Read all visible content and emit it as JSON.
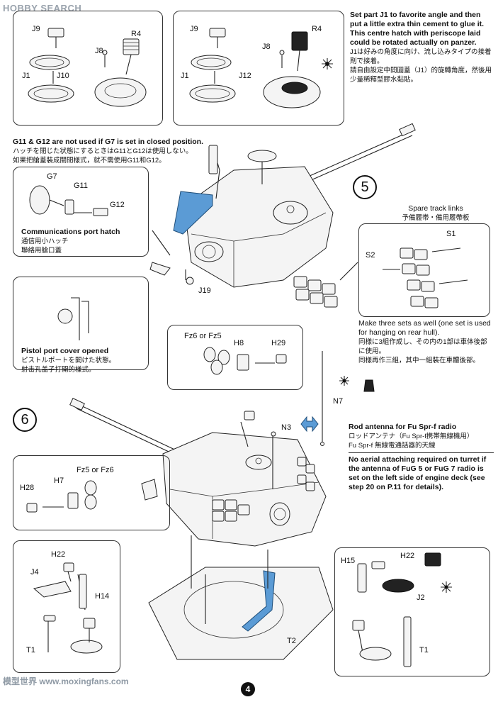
{
  "header": {
    "logo_text": "HOBBY SEARCH"
  },
  "top_note": {
    "en": "Set part J1 to favorite angle and then put a little extra thin cement to glue it. This centre hatch with periscope laid could be rotated actually on panzer.",
    "ja": "J1は好みの角度に向け、流し込みタイプの接着剤で接着。",
    "zh": "請自由設定中間圓蓋（J1）的旋轉角度，然後用少量稀釋型膠水黏貼。"
  },
  "box1_labels": {
    "j9": "J9",
    "r4": "R4",
    "j8": "J8",
    "j1": "J1",
    "j10": "J10"
  },
  "box2_labels": {
    "j9": "J9",
    "r4": "R4",
    "j8": "J8",
    "j1": "J1",
    "j12": "J12"
  },
  "g11_note": {
    "en": "G11 & G12 are not used if G7 is set in closed position.",
    "ja": "ハッチを閉じた状態にするときはG11とG12は使用しない。",
    "zh": "如果把艙蓋裝成關閉樣式，就不需使用G11和G12。"
  },
  "comm_labels": {
    "g7": "G7",
    "g11": "G11",
    "g12": "G12"
  },
  "comm_note": {
    "en": "Communications port hatch",
    "ja": "通信用小ハッチ",
    "zh": "聯絡用艙口蓋"
  },
  "step5": {
    "number": "5",
    "j19": "J19"
  },
  "spare_track": {
    "en": "Spare track links",
    "ja": "予備履帯・備用履帶板",
    "s1": "S1",
    "s2": "S2",
    "sets_en": "Make three sets as well (one set is used for hanging on rear hull).",
    "sets_ja": "同様に3組作成し、その内の1部は車体後部に使用。",
    "sets_zh": "同樣再作三組，其中一組裝在車體後部。"
  },
  "pistol_note": {
    "en": "Pistol port cover opened",
    "ja": "ピストルポートを開けた状態。",
    "zh": "射击孔盖子打開的樣式。"
  },
  "fz_box": {
    "fz6_fz5": "Fz6 or Fz5",
    "h8": "H8",
    "h29": "H29"
  },
  "step6": {
    "number": "6",
    "n3": "N3",
    "n7": "N7"
  },
  "antenna_note": {
    "en": "Rod antenna for Fu Spr-f radio",
    "ja": "ロッドアンテナ（Fu Spr-f携帯無線機用）",
    "zh": "Fu Spr-f 無線電通話器的天線",
    "warning": "No aerial attaching required on turret if the antenna of FuG 5 or FuG 7 radio is set on the left side of engine deck (see step 20 on P.11 for details)."
  },
  "h7_box": {
    "fz5_fz6": "Fz5 or Fz6",
    "h28": "H28",
    "h7": "H7"
  },
  "bottom_left": {
    "h22": "H22",
    "j4": "J4",
    "h14": "H14",
    "t1": "T1"
  },
  "bottom_mid": {
    "t2": "T2"
  },
  "bottom_right": {
    "h15": "H15",
    "h22": "H22",
    "j2": "J2",
    "t1": "T1"
  },
  "footer": {
    "watermark": "模型世界 www.moxingfans.com",
    "page_number": "4"
  }
}
